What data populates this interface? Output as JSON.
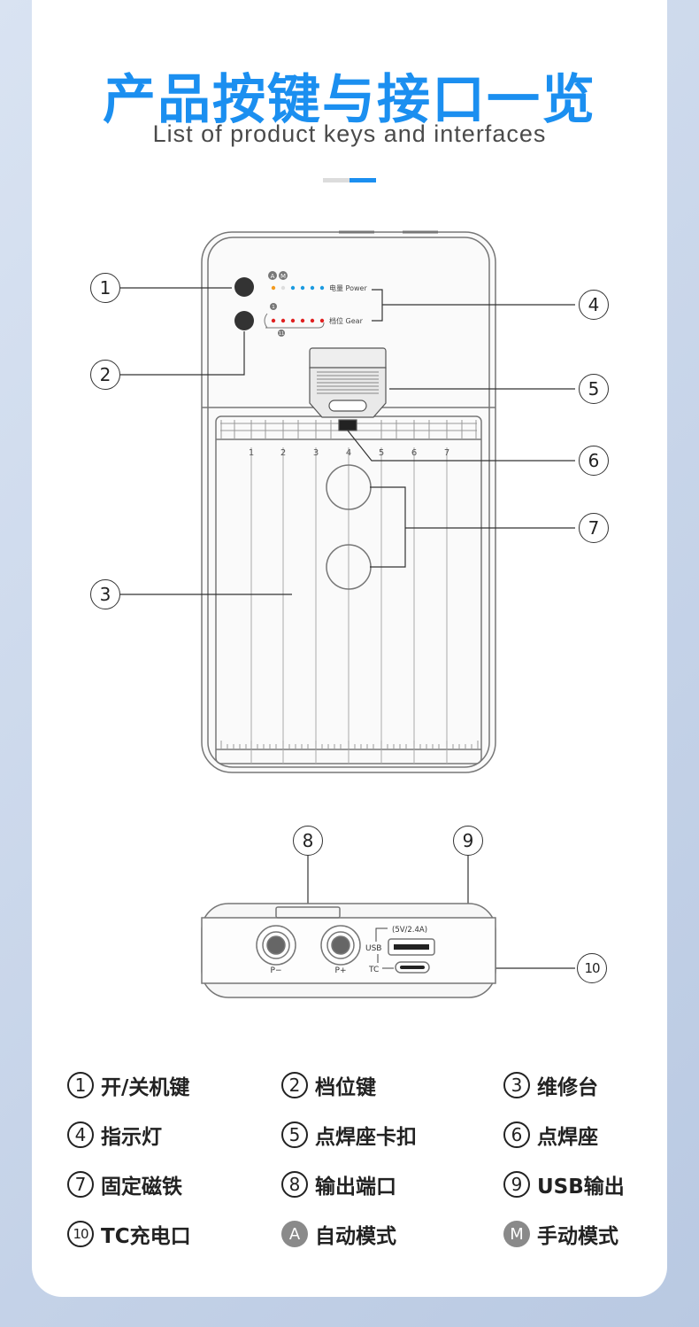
{
  "header": {
    "title": "产品按键与接口一览",
    "subtitle": "List of product keys and interfaces"
  },
  "device_top": {
    "mode_icons": [
      "A",
      "M"
    ],
    "power_label": "电量 Power",
    "gear_label": "档位 Gear",
    "gear_min": "1",
    "gear_max": "11",
    "ruler_ticks": [
      "1",
      "2",
      "3",
      "4",
      "5",
      "6",
      "7"
    ]
  },
  "device_bottom": {
    "usb_spec": "(5V/2.4A)",
    "usb_label": "USB",
    "tc_label": "TC",
    "port_minus": "P−",
    "port_plus": "P+"
  },
  "callouts": [
    "1",
    "2",
    "3",
    "4",
    "5",
    "6",
    "7",
    "8",
    "9",
    "10"
  ],
  "legend": [
    {
      "num": "1",
      "label": "开/关机键"
    },
    {
      "num": "2",
      "label": "档位键"
    },
    {
      "num": "3",
      "label": "维修台"
    },
    {
      "num": "4",
      "label": "指示灯"
    },
    {
      "num": "5",
      "label": "点焊座卡扣"
    },
    {
      "num": "6",
      "label": "点焊座"
    },
    {
      "num": "7",
      "label": "固定磁铁"
    },
    {
      "num": "8",
      "label": "输出端口"
    },
    {
      "num": "9",
      "label": "USB输出"
    },
    {
      "num": "10",
      "label": "TC充电口"
    },
    {
      "num": "A",
      "label": "自动模式"
    },
    {
      "num": "M",
      "label": "手动模式"
    }
  ],
  "colors": {
    "accent": "#1b8ff0",
    "led_orange": "#f39a1e",
    "led_blue": "#1b9ae0",
    "led_red": "#e02020"
  }
}
